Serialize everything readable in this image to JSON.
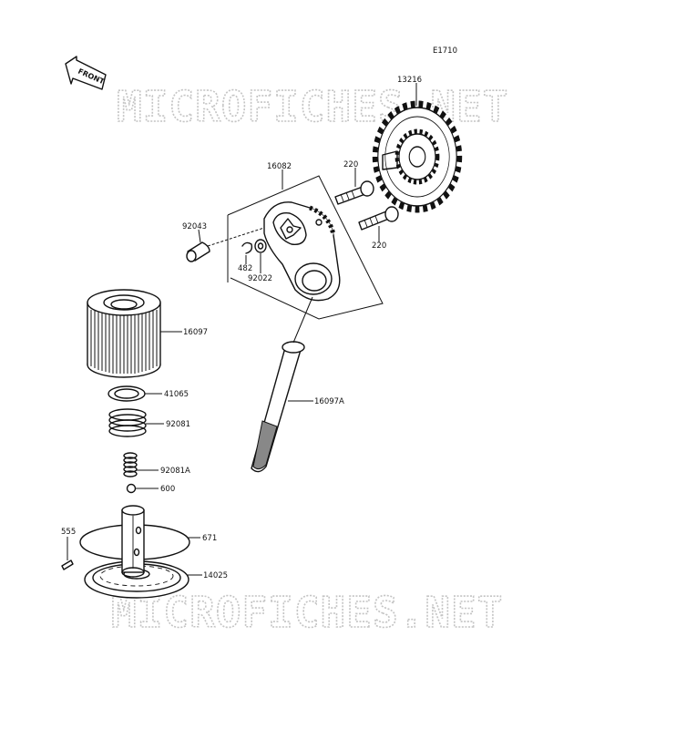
{
  "diagram_code": "E1710",
  "front_label": "FRONT",
  "watermark": "MICROFICHES.NET",
  "parts": {
    "gear": "13216",
    "bolt_upper": "220",
    "bolt_lower": "220",
    "pump_assembly": "16082",
    "dowel_pin": "92043",
    "circlip": "482",
    "washer": "92022",
    "oil_filter": "16097",
    "oil_strainer": "16097A",
    "gasket": "41065",
    "spring_large": "92081",
    "spring_small": "92081A",
    "ball": "600",
    "pin": "555",
    "o_ring": "671",
    "filter_cap": "14025"
  }
}
